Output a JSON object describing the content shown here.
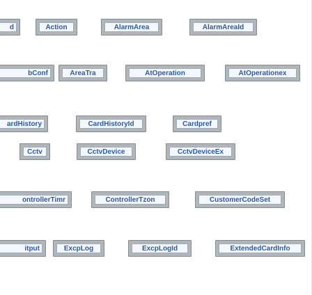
{
  "diagram": {
    "rows": [
      {
        "nodes": [
          {
            "id": "row1-node1",
            "label": "d"
          },
          {
            "id": "row1-node2",
            "label": "Action"
          },
          {
            "id": "row1-node3",
            "label": "AlarmArea"
          },
          {
            "id": "row1-node4",
            "label": "AlarmAreaId"
          }
        ]
      },
      {
        "nodes": [
          {
            "id": "row2-node1",
            "label": "bConf"
          },
          {
            "id": "row2-node2",
            "label": "AreaTra"
          },
          {
            "id": "row2-node3",
            "label": "AtOperation"
          },
          {
            "id": "row2-node4",
            "label": "AtOperationex"
          }
        ]
      },
      {
        "nodes": [
          {
            "id": "row3-node1",
            "label": "ardHistory"
          },
          {
            "id": "row3-node2",
            "label": "CardHistoryId"
          },
          {
            "id": "row3-node3",
            "label": "Cardpref"
          }
        ]
      },
      {
        "nodes": [
          {
            "id": "row4-node1",
            "label": "Cctv"
          },
          {
            "id": "row4-node2",
            "label": "CctvDevice"
          },
          {
            "id": "row4-node3",
            "label": "CctvDeviceEx"
          }
        ]
      },
      {
        "nodes": [
          {
            "id": "row5-node1",
            "label": "ontrollerTimr"
          },
          {
            "id": "row5-node2",
            "label": "ControllerTzon"
          },
          {
            "id": "row5-node3",
            "label": "CustomerCodeSet"
          }
        ]
      },
      {
        "nodes": [
          {
            "id": "row6-node1",
            "label": "itput"
          },
          {
            "id": "row6-node2",
            "label": "ExcpLog"
          },
          {
            "id": "row6-node3",
            "label": "ExcpLogId"
          },
          {
            "id": "row6-node4",
            "label": "ExtendedCardInfo"
          }
        ]
      }
    ]
  }
}
